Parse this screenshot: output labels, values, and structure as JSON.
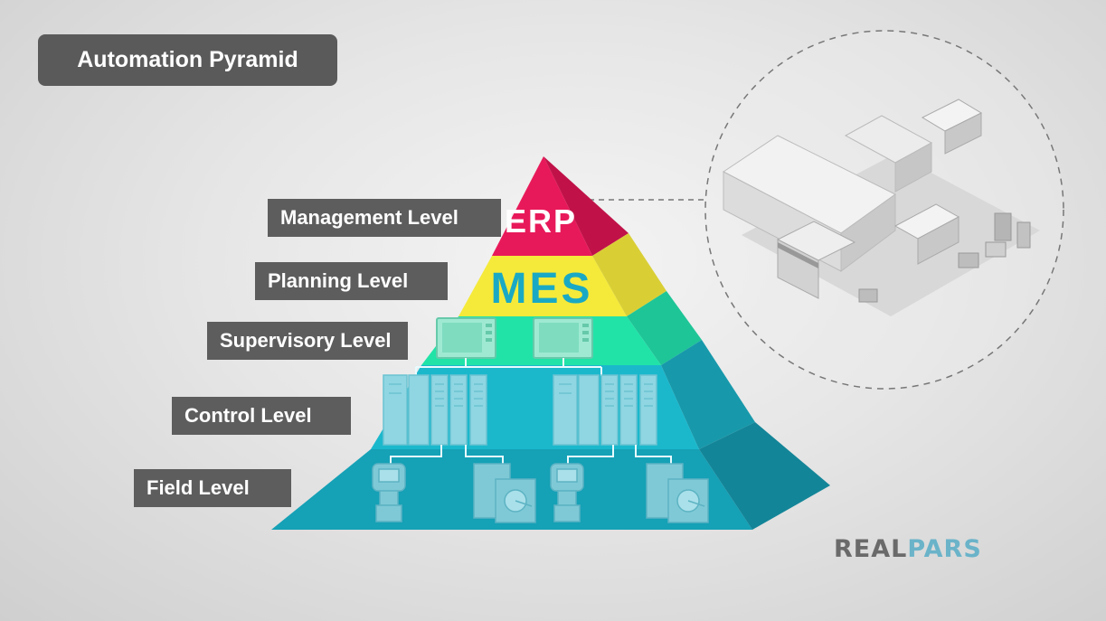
{
  "title": "Automation Pyramid",
  "levels": [
    {
      "label": "Management Level",
      "system": "ERP",
      "color": "#e8195a"
    },
    {
      "label": "Planning Level",
      "system": "MES",
      "color": "#f5ea3a"
    },
    {
      "label": "Supervisory Level",
      "system": "",
      "color": "#21e3a8"
    },
    {
      "label": "Control Level",
      "system": "",
      "color": "#17b4c8"
    },
    {
      "label": "Field Level",
      "system": "",
      "color": "#16a3b8"
    }
  ],
  "brand": {
    "part1": "REAL",
    "part2": "PARS",
    "color1": "#6a6a6a",
    "color2": "#6ab3c9"
  },
  "icons": [
    "hmi-panel-icon",
    "plc-rack-icon",
    "transmitter-icon",
    "servo-motor-icon",
    "factory-illustration"
  ]
}
